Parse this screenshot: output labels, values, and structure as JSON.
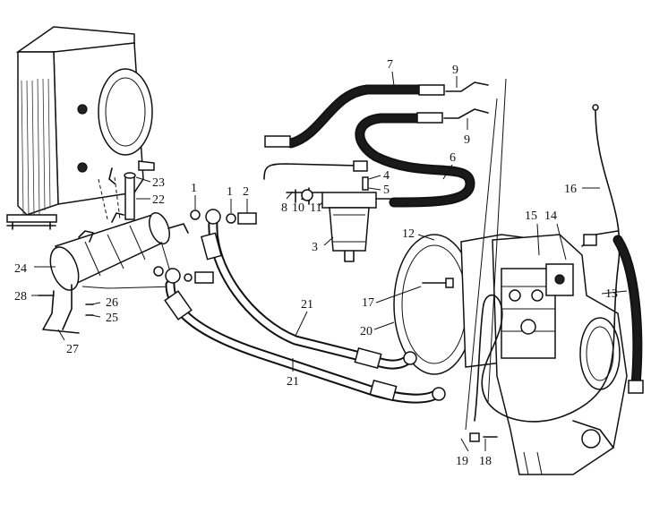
{
  "diagram": {
    "callouts": [
      {
        "id": "c1a",
        "text": "1"
      },
      {
        "id": "c1b",
        "text": "1"
      },
      {
        "id": "c2",
        "text": "2"
      },
      {
        "id": "c3",
        "text": "3"
      },
      {
        "id": "c4",
        "text": "4"
      },
      {
        "id": "c5",
        "text": "5"
      },
      {
        "id": "c6",
        "text": "6"
      },
      {
        "id": "c7",
        "text": "7"
      },
      {
        "id": "c8",
        "text": "8"
      },
      {
        "id": "c9a",
        "text": "9"
      },
      {
        "id": "c9b",
        "text": "9"
      },
      {
        "id": "c10",
        "text": "10"
      },
      {
        "id": "c11",
        "text": "11"
      },
      {
        "id": "c12",
        "text": "12"
      },
      {
        "id": "c13",
        "text": "13"
      },
      {
        "id": "c14",
        "text": "14"
      },
      {
        "id": "c15",
        "text": "15"
      },
      {
        "id": "c16",
        "text": "16"
      },
      {
        "id": "c17",
        "text": "17"
      },
      {
        "id": "c18",
        "text": "18"
      },
      {
        "id": "c19",
        "text": "19"
      },
      {
        "id": "c20",
        "text": "20"
      },
      {
        "id": "c21a",
        "text": "21"
      },
      {
        "id": "c21b",
        "text": "21"
      },
      {
        "id": "c22",
        "text": "22"
      },
      {
        "id": "c23",
        "text": "23"
      },
      {
        "id": "c24",
        "text": "24"
      },
      {
        "id": "c25",
        "text": "25"
      },
      {
        "id": "c26",
        "text": "26"
      },
      {
        "id": "c27",
        "text": "27"
      },
      {
        "id": "c28",
        "text": "28"
      }
    ]
  }
}
